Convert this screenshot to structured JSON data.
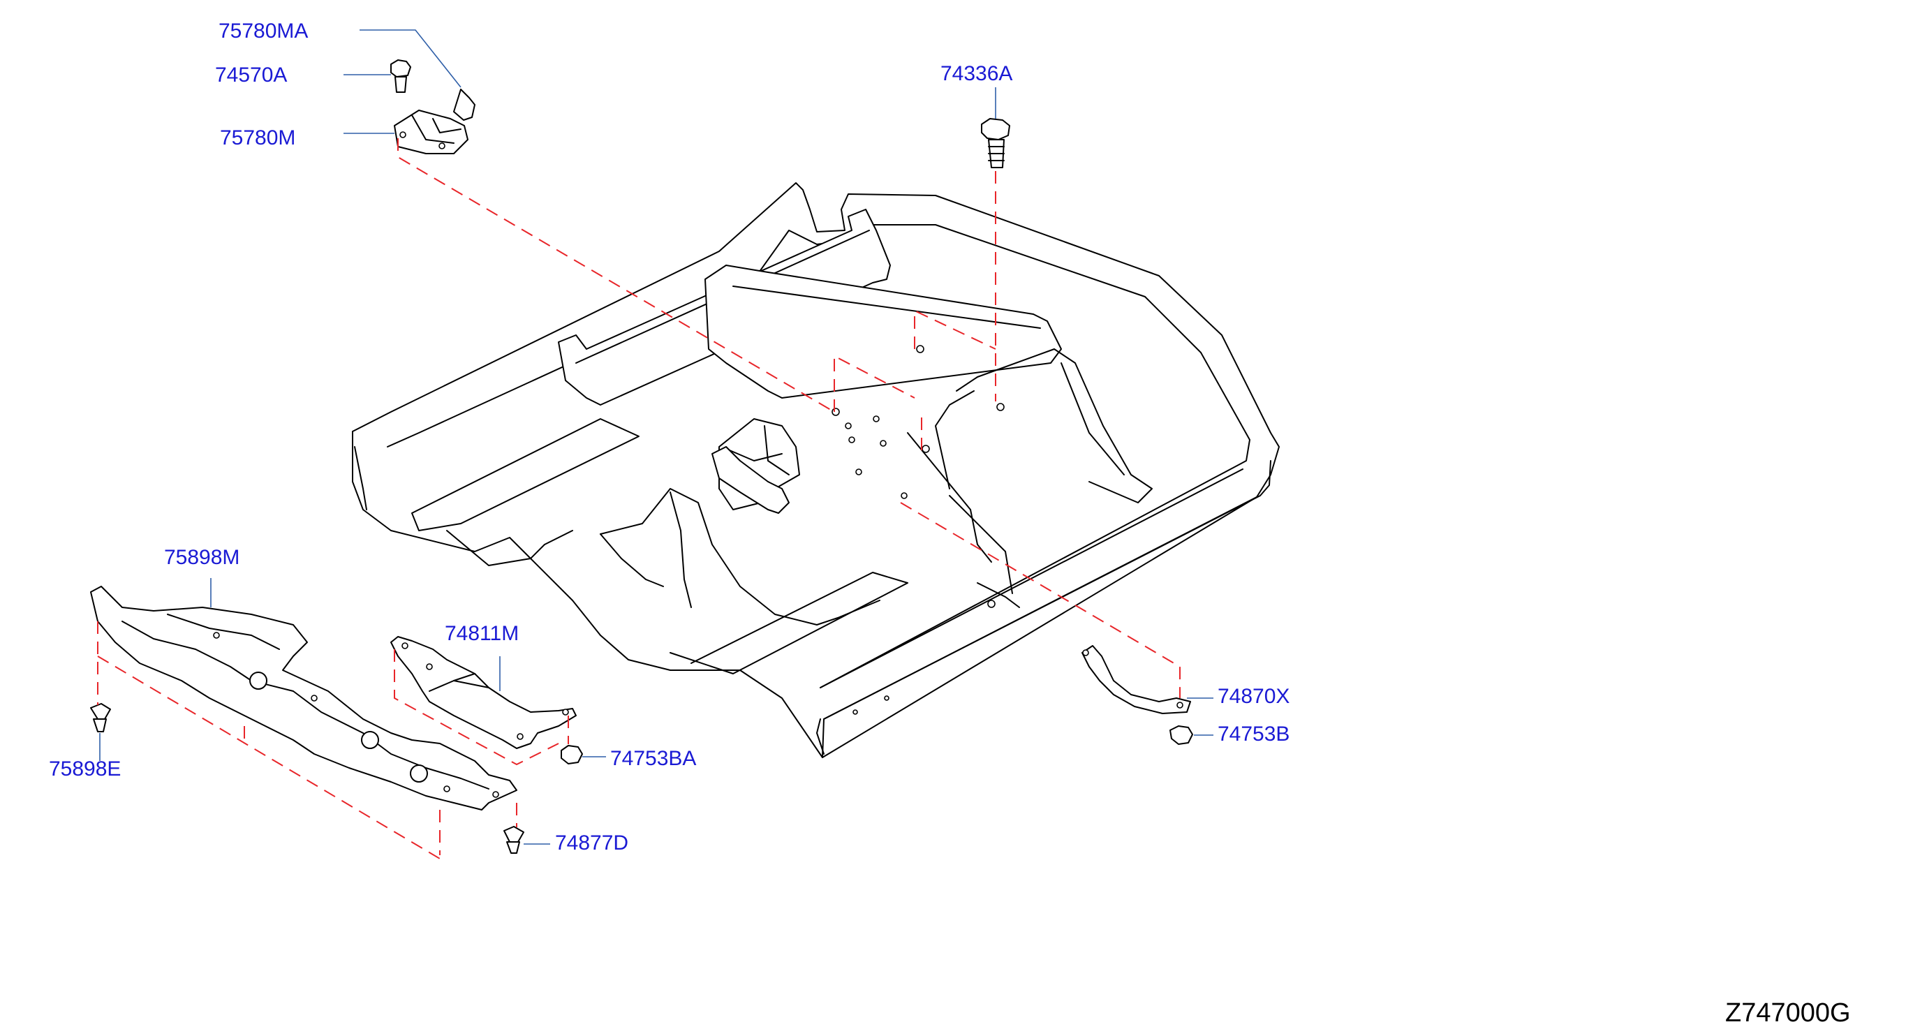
{
  "diagram": {
    "type": "exploded-parts-diagram",
    "diagram_code": "Z747000G",
    "colors": {
      "label_text": "#1a1ad4",
      "leader_line": "#2f5fa8",
      "alignment_dash": "#e8262a",
      "outline": "#000000",
      "background": "#ffffff"
    }
  },
  "labels": [
    {
      "id": "p75780MA",
      "text": "75780MA"
    },
    {
      "id": "p74570A",
      "text": "74570A"
    },
    {
      "id": "p75780M",
      "text": "75780M"
    },
    {
      "id": "p74336A",
      "text": "74336A"
    },
    {
      "id": "p75898M",
      "text": "75898M"
    },
    {
      "id": "p74811M",
      "text": "74811M"
    },
    {
      "id": "p74870X",
      "text": "74870X"
    },
    {
      "id": "p74753BA",
      "text": "74753BA"
    },
    {
      "id": "p74753B",
      "text": "74753B"
    },
    {
      "id": "p75898E",
      "text": "75898E"
    },
    {
      "id": "p74877D",
      "text": "74877D"
    }
  ]
}
